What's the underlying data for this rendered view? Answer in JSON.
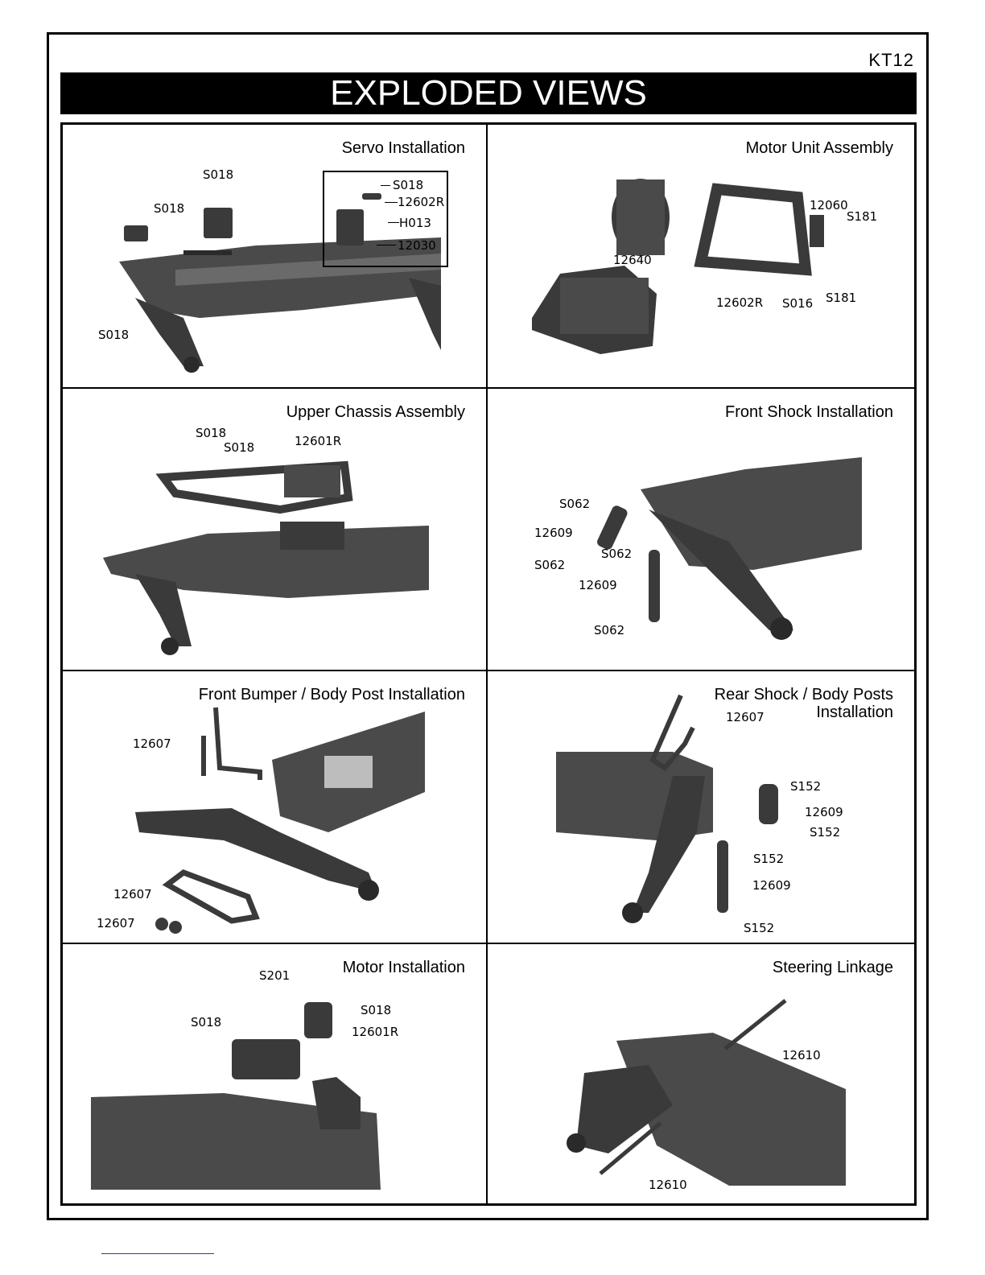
{
  "header": {
    "model_code": "KT12",
    "title": "EXPLODED VIEWS"
  },
  "panels": {
    "servo": {
      "title": "Servo Installation",
      "callouts": [
        "S018",
        "S018",
        "S018",
        "S018",
        "12602R",
        "H013",
        "12030"
      ]
    },
    "motor_unit": {
      "title": "Motor Unit Assembly",
      "callouts": [
        "12060",
        "S181",
        "12640",
        "12602R",
        "S016",
        "S181"
      ]
    },
    "upper_chassis": {
      "title": "Upper Chassis Assembly",
      "callouts": [
        "S018",
        "S018",
        "12601R"
      ]
    },
    "front_shock": {
      "title": "Front Shock Installation",
      "callouts": [
        "S062",
        "12609",
        "S062",
        "S062",
        "12609",
        "S062"
      ]
    },
    "front_bumper": {
      "title": "Front Bumper / Body Post Installation",
      "callouts": [
        "12607",
        "12607",
        "12607"
      ]
    },
    "rear_shock": {
      "title_line1": "Rear Shock / Body Posts",
      "title_line2": "Installation",
      "callouts": [
        "12607",
        "S152",
        "12609",
        "S152",
        "S152",
        "12609",
        "S152"
      ]
    },
    "motor_install": {
      "title": "Motor Installation",
      "callouts": [
        "S201",
        "S018",
        "S018",
        "12601R"
      ]
    },
    "steering": {
      "title": "Steering Linkage",
      "callouts": [
        "12610",
        "12610"
      ]
    }
  }
}
